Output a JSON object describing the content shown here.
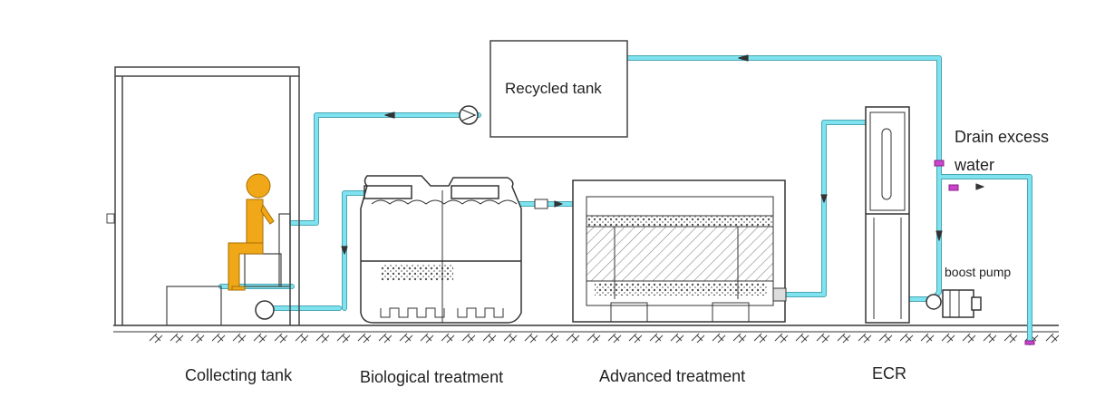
{
  "labels": {
    "recycled_tank": "Recycled tank",
    "drain_line1": "Drain excess",
    "drain_line2": "water",
    "boost_pump": "boost pump",
    "collecting_tank": "Collecting tank",
    "biological_treatment": "Biological treatment",
    "advanced_treatment": "Advanced treatment",
    "ecr": "ECR"
  },
  "colors": {
    "pipe": "#7ee3ee",
    "pipe_edge": "#4aa6b4",
    "line": "#333333",
    "figure": "#f0a818",
    "valve": "#cc44cc"
  }
}
